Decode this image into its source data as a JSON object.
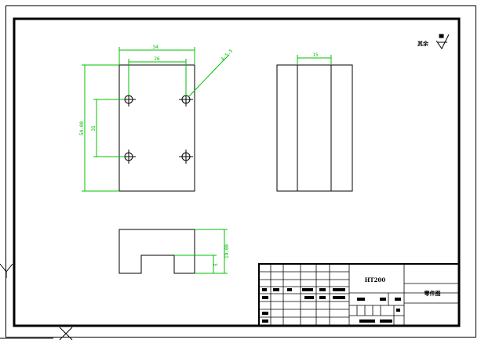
{
  "colors": {
    "background": "#ffffff",
    "border": "#000000",
    "geometry": "#000000",
    "dimension": "#00c000"
  },
  "drawing": {
    "roughness_note": "其余",
    "title_block": {
      "part_code": "HT200",
      "drawing_name": "零件图"
    },
    "dimensions": {
      "top_overall_width": "34",
      "top_hole_spacing_x": "26",
      "hole_diameter": "4-5.5",
      "left_overall_height": "54.00",
      "left_hole_spacing_y": "35",
      "side_slot_width": "15",
      "front_height": "19.00",
      "front_step_height": "5"
    }
  },
  "icons": {
    "roughness_symbol": "surface-roughness-icon",
    "ucs_y": "ucs-y-axis-icon",
    "ucs_x": "ucs-x-axis-icon"
  }
}
